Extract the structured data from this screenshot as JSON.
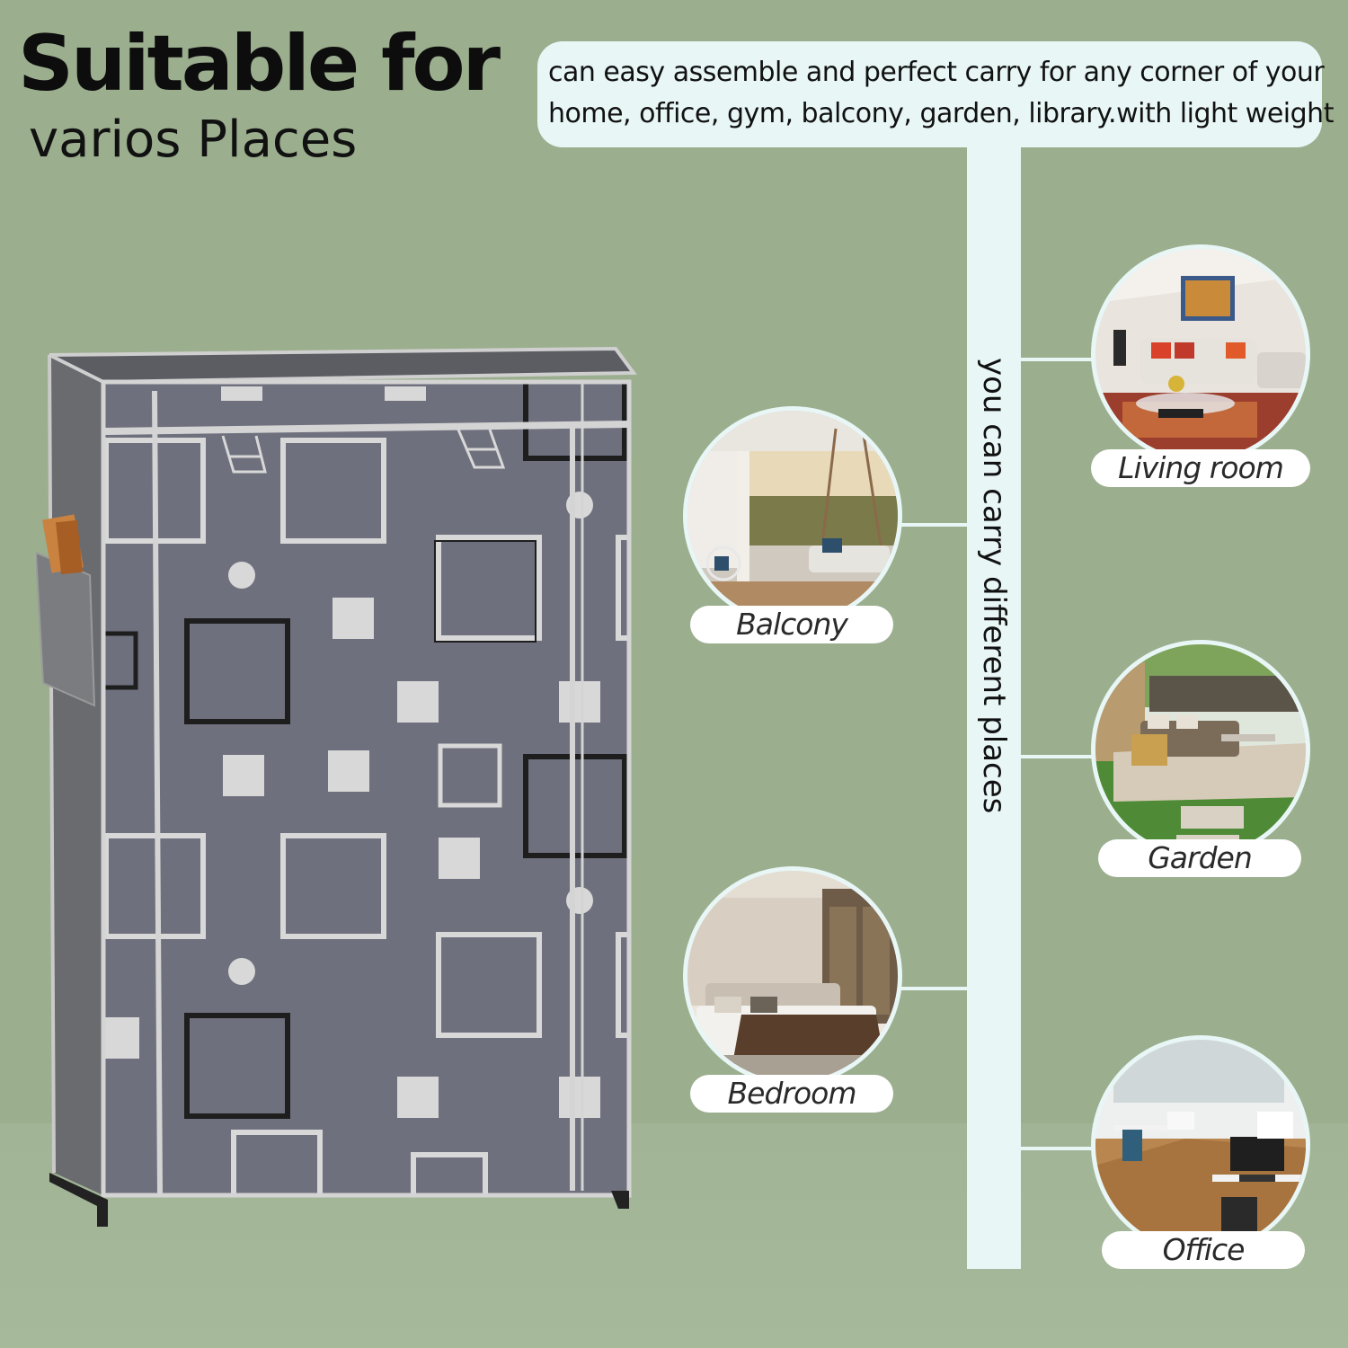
{
  "heading": {
    "title": "Suitable for",
    "subtitle": "varios Places"
  },
  "description": {
    "line1": "can easy assemble and perfect carry for any corner of your",
    "line2": "home, office, gym, balcony, garden, library.with light weight"
  },
  "vertical_caption": "you can carry different places",
  "places": [
    {
      "label": "Living room",
      "icon": "living-room-photo"
    },
    {
      "label": "Balcony",
      "icon": "balcony-photo"
    },
    {
      "label": "Garden",
      "icon": "garden-photo"
    },
    {
      "label": "Bedroom",
      "icon": "bedroom-photo"
    },
    {
      "label": "Office",
      "icon": "office-photo"
    }
  ],
  "product": {
    "icon": "wardrobe-illustration"
  },
  "colors": {
    "background": "#9bae8e",
    "panel": "#e8f6f6",
    "wardrobe_fabric": "#6e707d"
  }
}
